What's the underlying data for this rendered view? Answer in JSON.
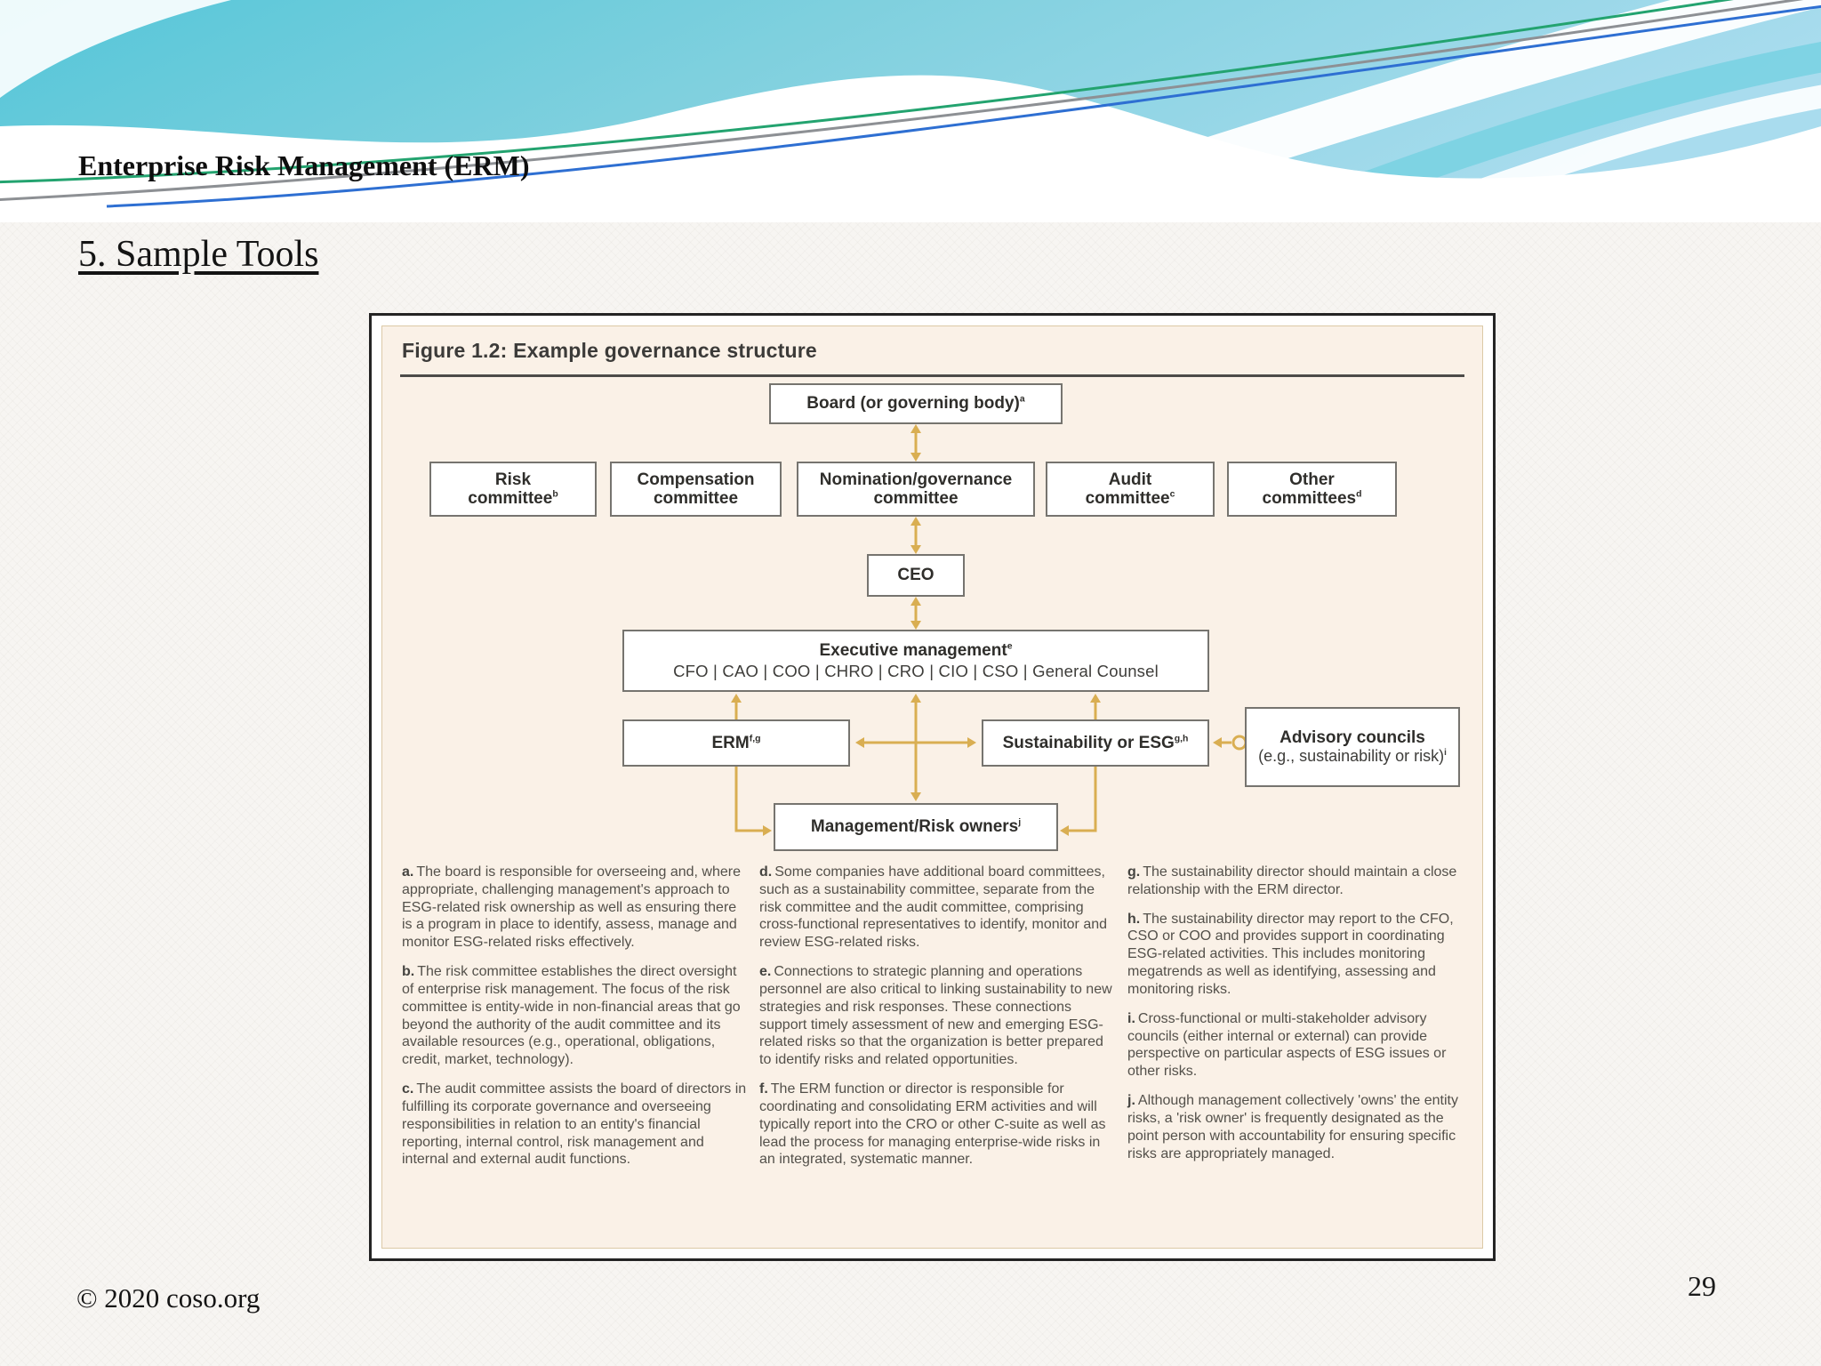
{
  "slide": {
    "header_title": "Enterprise Risk Management (ERM)",
    "section_heading": "5. Sample Tools",
    "footer_copyright": "© 2020 coso.org",
    "page_number": "29"
  },
  "figure": {
    "title": "Figure 1.2: Example governance structure",
    "nodes": {
      "board": {
        "label": "Board (or governing body)",
        "sup": "a"
      },
      "ceo": {
        "label": "CEO",
        "sup": ""
      },
      "executive": {
        "label": "Executive management",
        "sup": "e",
        "roles": "CFO | CAO | COO | CHRO | CRO | CIO | CSO | General Counsel"
      },
      "erm": {
        "label": "ERM",
        "sup": "f,g"
      },
      "sustainability": {
        "label": "Sustainability or ESG",
        "sup": "g,h"
      },
      "advisory": {
        "label": "Advisory councils",
        "sub": "(e.g., sustainability or risk)",
        "sup": "i"
      },
      "owners": {
        "label": "Management/Risk owners",
        "sup": "j"
      }
    },
    "committees": [
      {
        "label": "Risk committee",
        "sup": "b"
      },
      {
        "label": "Compensation committee",
        "sup": ""
      },
      {
        "label": "Nomination/governance committee",
        "sup": ""
      },
      {
        "label": "Audit committee",
        "sup": "c"
      },
      {
        "label": "Other committees",
        "sup": "d"
      }
    ],
    "footnotes_col1": [
      {
        "id": "a.",
        "text": "The board is responsible for overseeing and, where appropriate, challenging management's approach to ESG-related risk ownership as well as ensuring there is a program in place to identify, assess, manage and monitor ESG-related risks effectively."
      },
      {
        "id": "b.",
        "text": "The risk committee establishes the direct oversight of enterprise risk management. The focus of the risk committee is entity-wide in non-financial areas that go beyond the authority of the audit committee and its available resources (e.g., operational, obligations, credit, market, technology)."
      },
      {
        "id": "c.",
        "text": "The audit committee assists the board of directors in fulfilling its corporate governance and overseeing responsibilities in relation to an entity's financial reporting, internal control, risk management and internal and external audit functions."
      }
    ],
    "footnotes_col2": [
      {
        "id": "d.",
        "text": "Some companies have additional board committees, such as a sustainability committee, separate from the risk committee and the audit committee, comprising cross-functional representatives to identify, monitor and review ESG-related risks."
      },
      {
        "id": "e.",
        "text": "Connections to strategic planning and operations personnel are also critical to linking sustainability to new strategies and risk responses. These connections support timely assessment of new and emerging ESG-related risks so that the organization is better prepared to identify risks and related opportunities."
      },
      {
        "id": "f.",
        "text": "The ERM function or director is responsible for coordinating and consolidating ERM activities and will typically report into the CRO or other C-suite as well as lead the process for managing enterprise-wide risks in an integrated, systematic manner."
      }
    ],
    "footnotes_col3": [
      {
        "id": "g.",
        "text": "The sustainability director should maintain a close relationship with the ERM director."
      },
      {
        "id": "h.",
        "text": "The sustainability director may report to the CFO, CSO or COO and provides support in coordinating ESG-related activities. This includes monitoring megatrends as well as identifying, assessing and monitoring risks."
      },
      {
        "id": "i.",
        "text": "Cross-functional or multi-stakeholder advisory councils (either internal or external) can provide perspective on particular aspects of ESG issues or other risks."
      },
      {
        "id": "j.",
        "text": "Although management collectively 'owns' the entity risks, a 'risk owner' is frequently designated as the point person with accountability for ensuring specific risks are appropriately managed."
      }
    ]
  },
  "colors": {
    "arrow_gold": "#d9ae52",
    "figure_background": "#faf1e7",
    "figure_border_tan": "#dcc9a6",
    "header_teal": "#55c6d8",
    "accent_green": "#23a36f",
    "accent_blue": "#2e6fd2",
    "box_border_gray": "#76746f"
  }
}
